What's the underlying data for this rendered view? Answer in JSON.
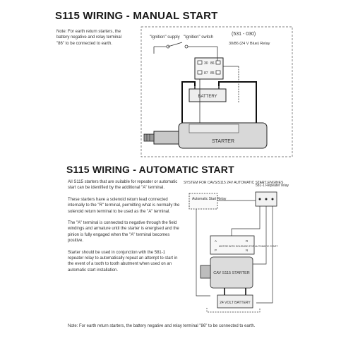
{
  "manual": {
    "title": "S115 WIRING - MANUAL START",
    "note": "Note: For earth return starters, the battery negative and relay terminal \"86\" to be connected to earth.",
    "diagram": {
      "ignition_supply": "\"Ignition\" supply",
      "ignition_switch": "\"Ignition\" switch",
      "part_number": "(531 - 030)",
      "relay": "30/86 (24 V Blue) Relay",
      "t30": "30",
      "t86": "86",
      "t87": "87",
      "t85": "85",
      "battery": "BATTERY",
      "starter": "STARTER"
    }
  },
  "automatic": {
    "title": "S115 WIRING - AUTOMATIC START",
    "paragraphs": [
      "All S115 starters that are suitable for repeater or automatic start can be identified by the additional \"A\" terminal.",
      "These starters have a solenoid return lead connected internally to the \"R\" terminal, permitting what is normally the solenoid return terminal to be used as the \"A\" terminal.",
      "The \"A\" terminal is connected to negative through the field windings and armature until the starter is energised and the pinion is fully engaged when the \"A\" terminal becomes positive.",
      "Starter should be used in conjunction with the 581-1 repeater relay to automatically repeat an attempt to start in the event of a tooth to tooth abutment when used on an automatic start installation."
    ],
    "bottom_note": "Note: For earth return starters, the battery negative and relay terminal \"86\" to be connected to earth.",
    "diagram": {
      "caption": "SYSTEM FOR CAVS/S115 24V AUTOMATIC START ENGINES",
      "relay_label": "581-1 Repeater relay",
      "auto_start_relay": "Automatic Start Relay",
      "cav": "CAV S115 STARTER",
      "battery": "24 VOLT BATTERY",
      "connect_note": "MOTOR WITH SOLENOID FOR AUTOMATIC START",
      "tA": "A",
      "tR": "R",
      "tP": "P",
      "tN": "N"
    }
  }
}
